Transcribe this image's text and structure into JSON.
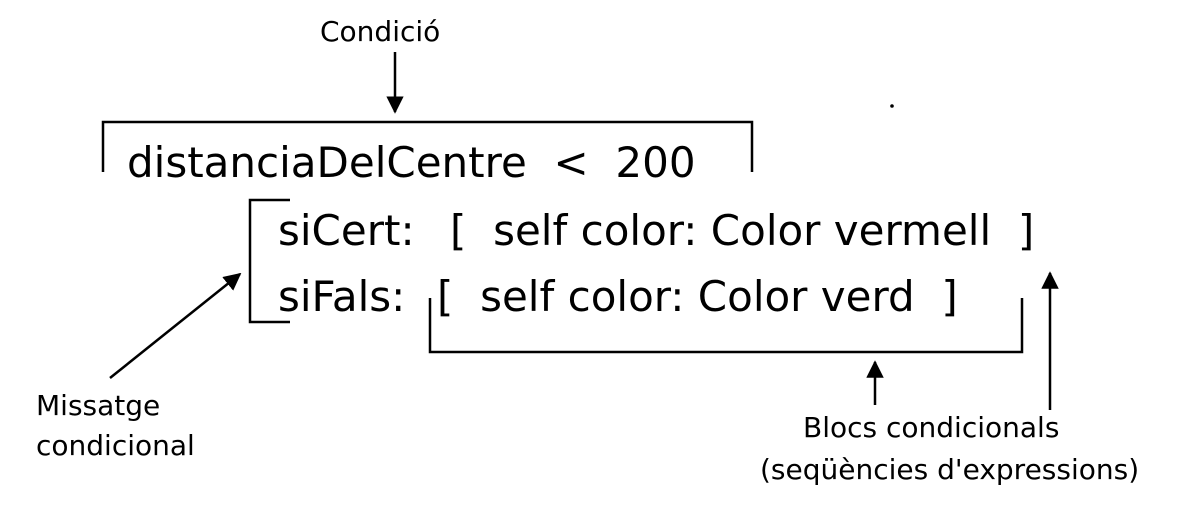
{
  "labels": {
    "condition": "Condició",
    "conditional_message_line1": "Missatge",
    "conditional_message_line2": "condicional",
    "blocks_line1": "Blocs condicionals",
    "blocks_line2": "(seqüències d'expressions)"
  },
  "code": {
    "condition_expression": "distanciaDelCentre  <  200",
    "true_keyword": "siCert:",
    "true_block": "[  self color: Color vermell  ]",
    "false_keyword": "siFals:",
    "false_block": "[  self color: Color verd  ]"
  },
  "colors": {
    "ink": "#000000",
    "background": "#ffffff"
  }
}
